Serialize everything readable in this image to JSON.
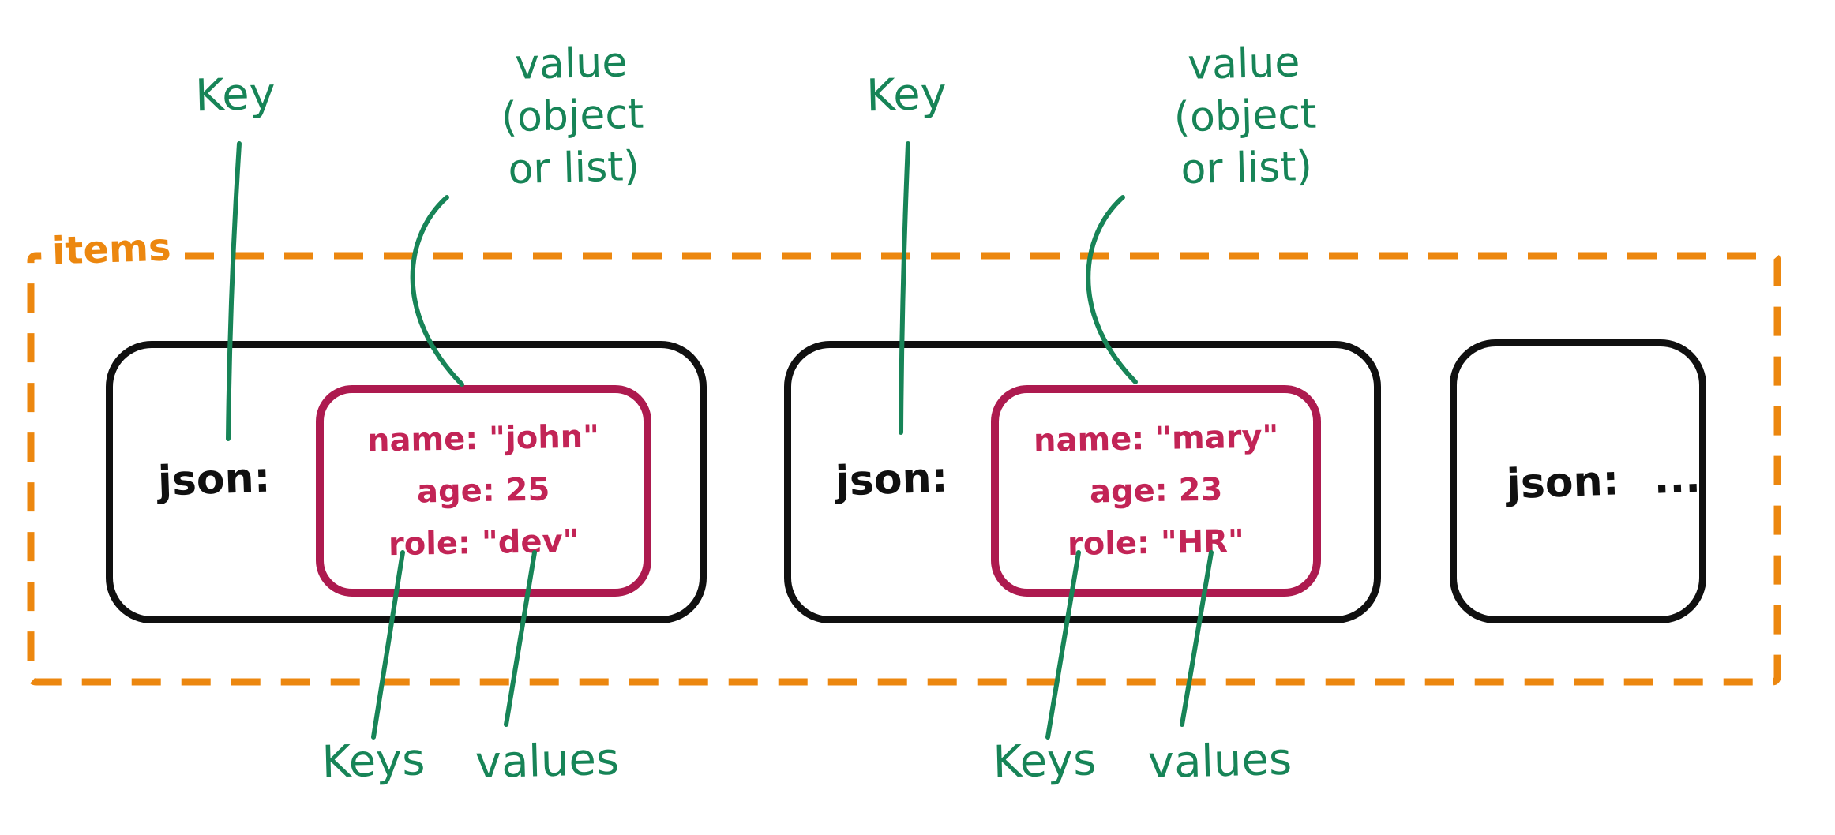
{
  "diagram": {
    "title_hint": "JSON records inside an items list",
    "items_label": "items",
    "annotations": {
      "key": "Key",
      "value_line1": "value",
      "value_line2": "(object",
      "value_line3": "or list)",
      "keys": "Keys",
      "values": "values"
    },
    "records": [
      {
        "key_label": "json:",
        "fields": [
          "name: \"john\"",
          "age: 25",
          "role: \"dev\""
        ]
      },
      {
        "key_label": "json:",
        "fields": [
          "name: \"mary\"",
          "age: 23",
          "role: \"HR\""
        ]
      },
      {
        "key_label": "json:",
        "ellipsis": "..."
      }
    ],
    "colors": {
      "orange": "#EC870F",
      "green": "#178457",
      "crimson_border": "#AD1A4F",
      "crimson_text": "#C22456",
      "black": "#101010"
    }
  }
}
